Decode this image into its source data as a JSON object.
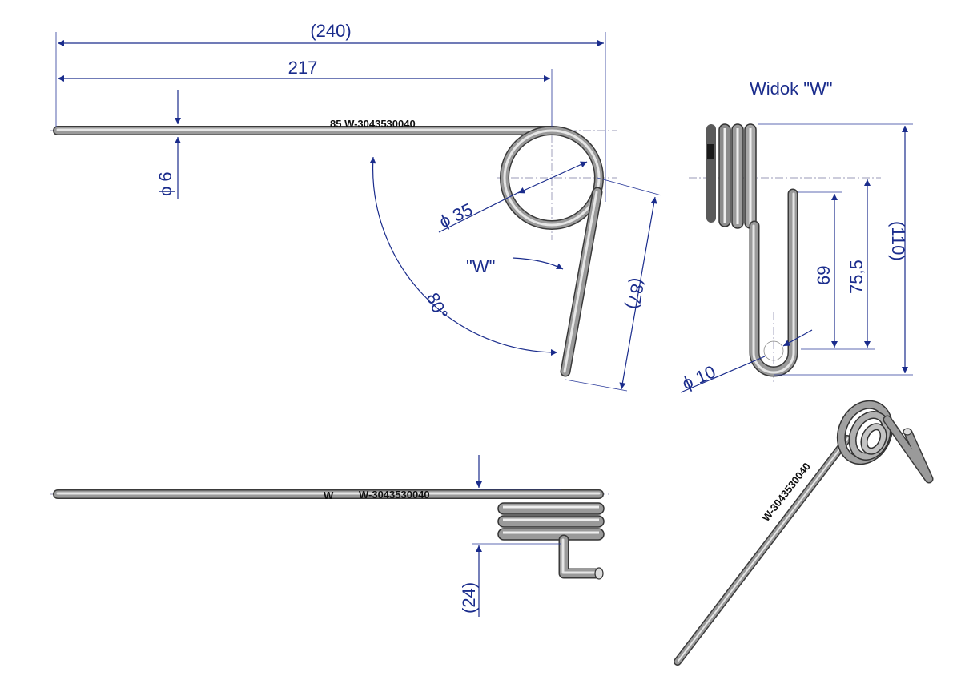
{
  "view_title": "Widok \"W\"",
  "view_marker": "\"W\"",
  "part_number": "W-3043530040",
  "dimensions": {
    "overall_length": "(240)",
    "straight_length": "217",
    "wire_diameter": "ϕ 6",
    "coil_diameter": "ϕ 35",
    "angle": "80°",
    "leg_length": "(87)",
    "coil_height": "(110)",
    "hook_height_outer": "75,5",
    "hook_height_inner": "69",
    "hook_diameter": "ϕ 10",
    "coil_width": "(24)"
  },
  "colors": {
    "dimension": "#1a2c8c",
    "wire_dark": "#3a3a3a",
    "wire_light": "#e6e6e6"
  }
}
